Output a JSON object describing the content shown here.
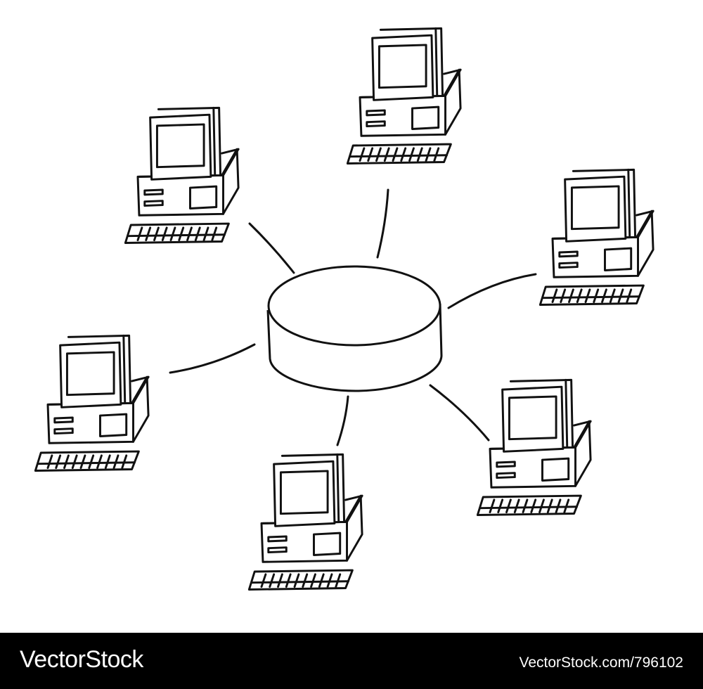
{
  "diagram": {
    "type": "star-network-topology",
    "hub": {
      "shape": "cylinder"
    },
    "nodes": [
      {
        "id": "top-left",
        "device": "desktop-computer"
      },
      {
        "id": "top",
        "device": "desktop-computer"
      },
      {
        "id": "right",
        "device": "desktop-computer"
      },
      {
        "id": "left",
        "device": "desktop-computer"
      },
      {
        "id": "bottom",
        "device": "desktop-computer"
      },
      {
        "id": "bottom-right",
        "device": "desktop-computer"
      }
    ],
    "line_color": "#111111",
    "background_color": "#ffffff"
  },
  "watermark": {
    "brand": "VectorStock",
    "image_id": "VectorStock.com/796102",
    "bar_color": "#000000",
    "text_color": "#ffffff"
  }
}
